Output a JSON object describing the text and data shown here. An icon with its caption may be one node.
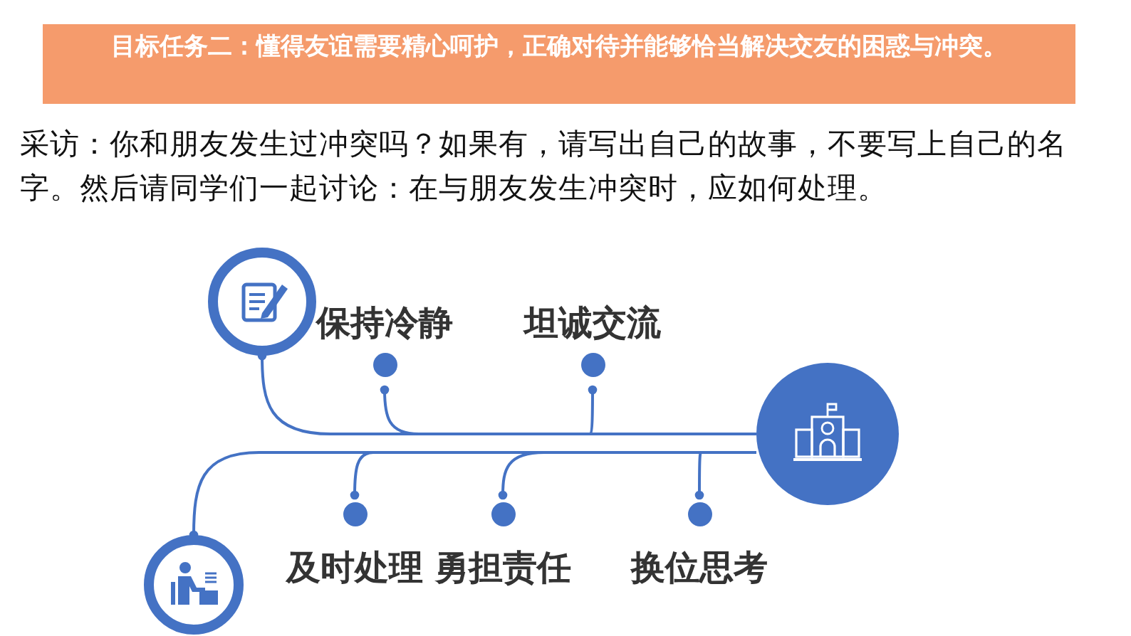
{
  "diagram": {
    "title": "目标任务二：懂得友谊需要精心呵护，正确对待并能够恰当解决交友的困惑与冲突。",
    "nodes": [
      {
        "text": [],
        "shape": "circle"
      },
      {
        "text": [
          "保持冷静"
        ]
      },
      {
        "text": [
          "坦诚交流"
        ]
      },
      {
        "text": [],
        "shape": "circle"
      },
      {
        "text": [],
        "shape": "circle"
      },
      {
        "text": [
          "及时处理"
        ]
      },
      {
        "text": [
          "勇担责任"
        ]
      },
      {
        "text": [
          "换位思考"
        ]
      }
    ],
    "edges": [
      {
        "from": 3,
        "to": 0,
        "arrow": "other"
      },
      {
        "from": 3,
        "to": 1,
        "arrow": "other"
      },
      {
        "from": 3,
        "to": 2,
        "arrow": "other"
      },
      {
        "from": 3,
        "to": 4,
        "arrow": "other"
      },
      {
        "from": 3,
        "to": 5,
        "arrow": "other"
      },
      {
        "from": 3,
        "to": 6,
        "arrow": "other"
      },
      {
        "from": 3,
        "to": 7,
        "arrow": "other"
      }
    ],
    "labels": [
      "采访：你和朋友发生过冲突吗？如果有，请写出自己的故事，不要写上自己的名字。然后请同学们一起讨论：在与朋友发生冲突时，应如何处理。"
    ]
  }
}
